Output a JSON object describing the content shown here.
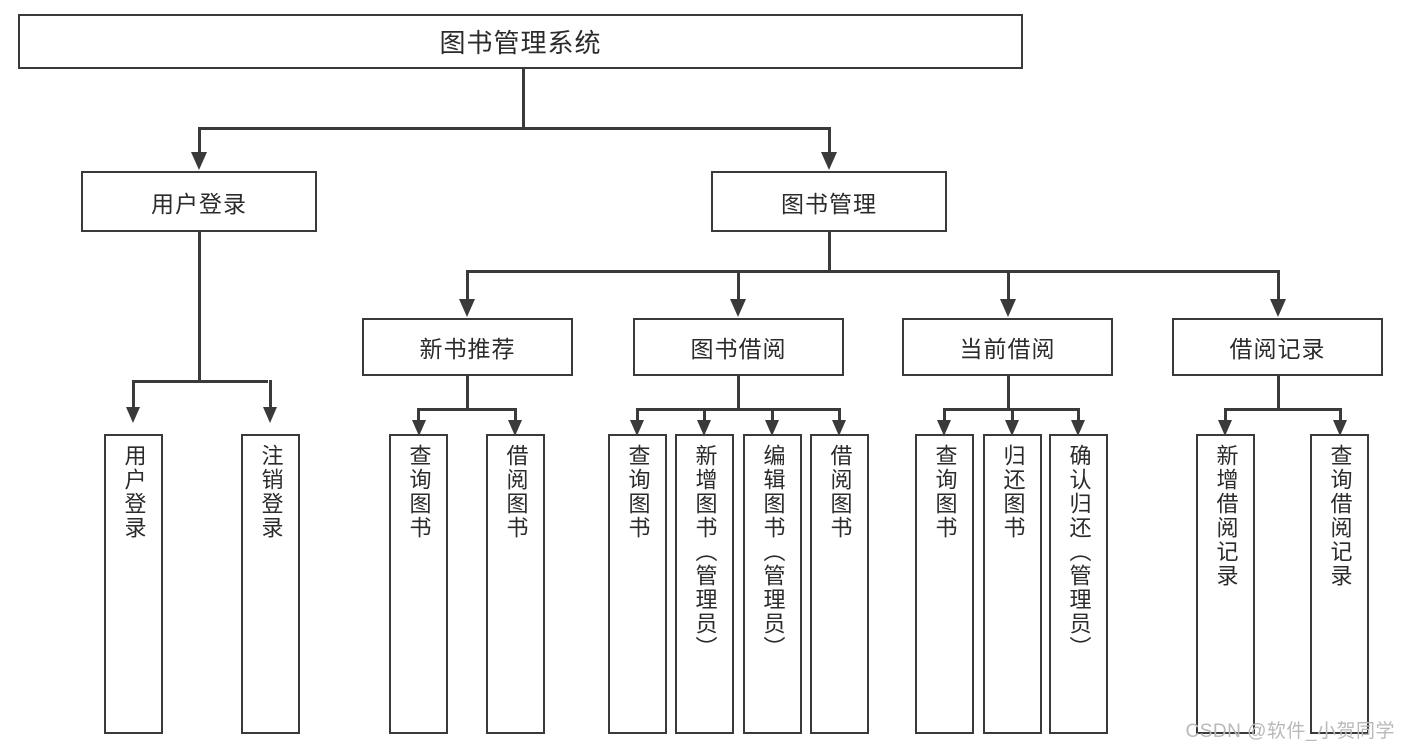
{
  "diagram": {
    "title": "图书管理系统",
    "root": {
      "label": "图书管理系统"
    },
    "level2": [
      {
        "label": "用户登录"
      },
      {
        "label": "图书管理"
      }
    ],
    "level3": [
      {
        "label": "新书推荐"
      },
      {
        "label": "图书借阅"
      },
      {
        "label": "当前借阅"
      },
      {
        "label": "借阅记录"
      }
    ],
    "leaves": {
      "user_login": [
        {
          "label": "用户登录"
        },
        {
          "label": "注销登录"
        }
      ],
      "new_book_recommend": [
        {
          "label": "查询图书"
        },
        {
          "label": "借阅图书"
        }
      ],
      "book_borrow": [
        {
          "label": "查询图书"
        },
        {
          "label": "新增图书（管理员）"
        },
        {
          "label": "编辑图书（管理员）"
        },
        {
          "label": "借阅图书"
        }
      ],
      "current_borrow": [
        {
          "label": "查询图书"
        },
        {
          "label": "归还图书"
        },
        {
          "label": "确认归还（管理员）"
        }
      ],
      "borrow_records": [
        {
          "label": "新增借阅记录"
        },
        {
          "label": "查询借阅记录"
        }
      ]
    },
    "watermark": "CSDN @软件_小贺同学",
    "colors": {
      "stroke": "#3a3a3a",
      "background": "#ffffff",
      "text": "#2b2b2b",
      "watermark": "#b9b9b9"
    }
  }
}
